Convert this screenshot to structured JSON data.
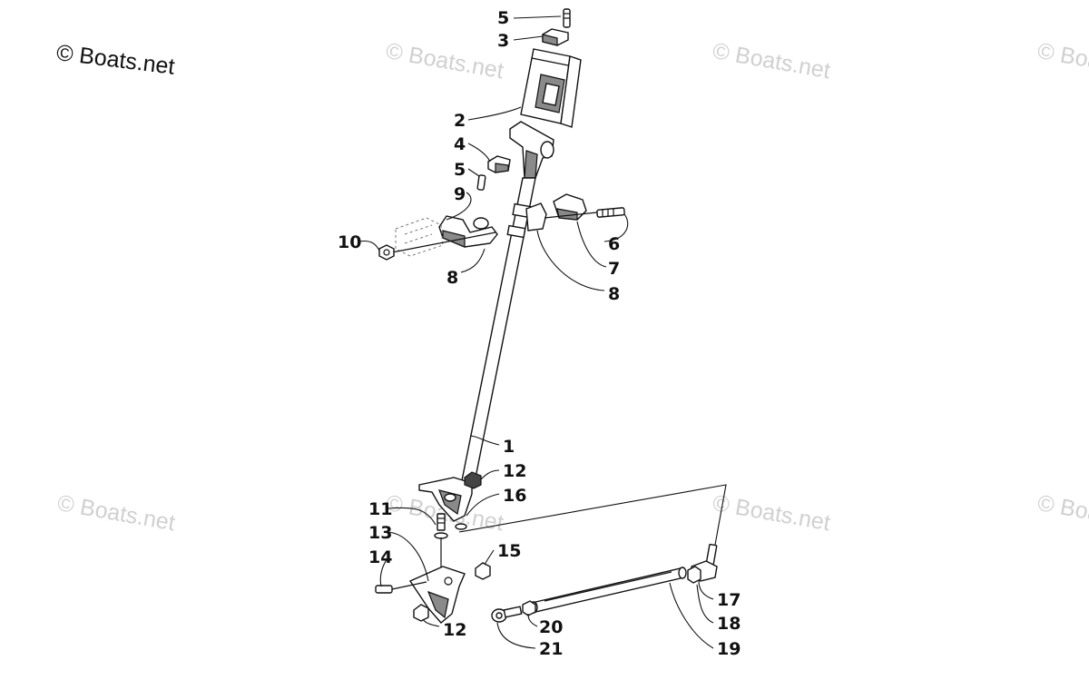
{
  "copyright": "© Boats.net",
  "watermark": "© Boats.net",
  "callouts": {
    "c5a": "5",
    "c3": "3",
    "c2": "2",
    "c4": "4",
    "c5b": "5",
    "c9": "9",
    "c10": "10",
    "c8a": "8",
    "c6": "6",
    "c7": "7",
    "c8b": "8",
    "c1": "1",
    "c12a": "12",
    "c16": "16",
    "c11": "11",
    "c13": "13",
    "c14": "14",
    "c15": "15",
    "c12b": "12",
    "c17": "17",
    "c18": "18",
    "c20": "20",
    "c21": "21",
    "c19": "19"
  }
}
